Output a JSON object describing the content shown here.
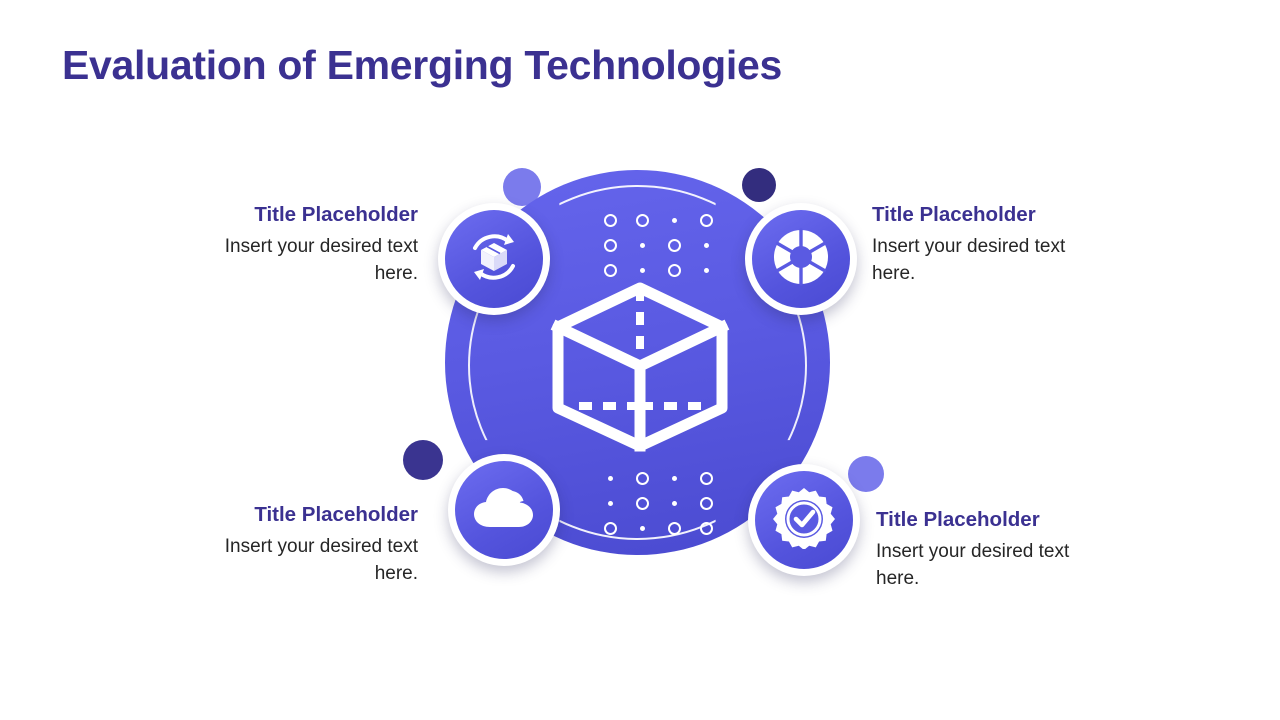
{
  "slide": {
    "title": "Evaluation of Emerging Technologies",
    "title_color": "#3b3191",
    "background": "#ffffff"
  },
  "theme": {
    "primary": "#5a5ae2",
    "primary_light": "#7b7bec",
    "primary_dark": "#332d7e",
    "text": "#262626",
    "white": "#ffffff"
  },
  "diagram": {
    "type": "circular-four-node-infographic",
    "center_icon": "cube-wireframe-icon",
    "nodes": [
      {
        "position": "top-left",
        "icon": "box-recycle-rotate-icon"
      },
      {
        "position": "top-right",
        "icon": "camera-aperture-icon"
      },
      {
        "position": "bottom-left",
        "icon": "cloud-icon"
      },
      {
        "position": "bottom-right",
        "icon": "badge-check-icon"
      }
    ],
    "accent_dots": [
      {
        "position": "top-left",
        "color": "#7b7bec"
      },
      {
        "position": "top-right",
        "color": "#332d7e"
      },
      {
        "position": "bottom-left",
        "color": "#3a3490"
      },
      {
        "position": "bottom-right",
        "color": "#7b7bec"
      }
    ],
    "dot_grids": {
      "top": [
        [
          "ring",
          "ring",
          "small",
          "ring"
        ],
        [
          "ring",
          "small",
          "ring",
          "small"
        ],
        [
          "ring",
          "small",
          "ring",
          "small"
        ]
      ],
      "bottom": [
        [
          "small",
          "ring",
          "small",
          "ring"
        ],
        [
          "small",
          "ring",
          "small",
          "ring"
        ],
        [
          "ring",
          "small",
          "ring",
          "ring"
        ]
      ]
    }
  },
  "items": [
    {
      "id": "top-left",
      "title": "Title Placeholder",
      "body": "Insert your desired text here.",
      "align": "right"
    },
    {
      "id": "top-right",
      "title": "Title Placeholder",
      "body": "Insert your desired text here.",
      "align": "left"
    },
    {
      "id": "bottom-left",
      "title": "Title Placeholder",
      "body": "Insert your desired text here.",
      "align": "right"
    },
    {
      "id": "bottom-right",
      "title": "Title Placeholder",
      "body": "Insert your desired text here.",
      "align": "left"
    }
  ]
}
